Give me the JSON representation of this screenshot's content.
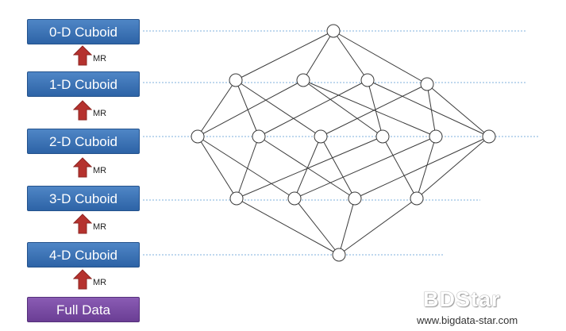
{
  "levels": [
    {
      "label": "0-D Cuboid"
    },
    {
      "label": "1-D Cuboid"
    },
    {
      "label": "2-D Cuboid"
    },
    {
      "label": "3-D Cuboid"
    },
    {
      "label": "4-D Cuboid"
    }
  ],
  "full_data": {
    "label": "Full Data"
  },
  "arrow_label": "MR",
  "watermark": {
    "brand": "BDStar",
    "url": "www.bigdata-star.com"
  },
  "colors": {
    "cuboid_box": "#3b72b8",
    "full_data_box": "#7a4ea6",
    "arrow": "#b5322e",
    "dotted_line": "#7fb0de",
    "edge": "#3a3a3a"
  }
}
